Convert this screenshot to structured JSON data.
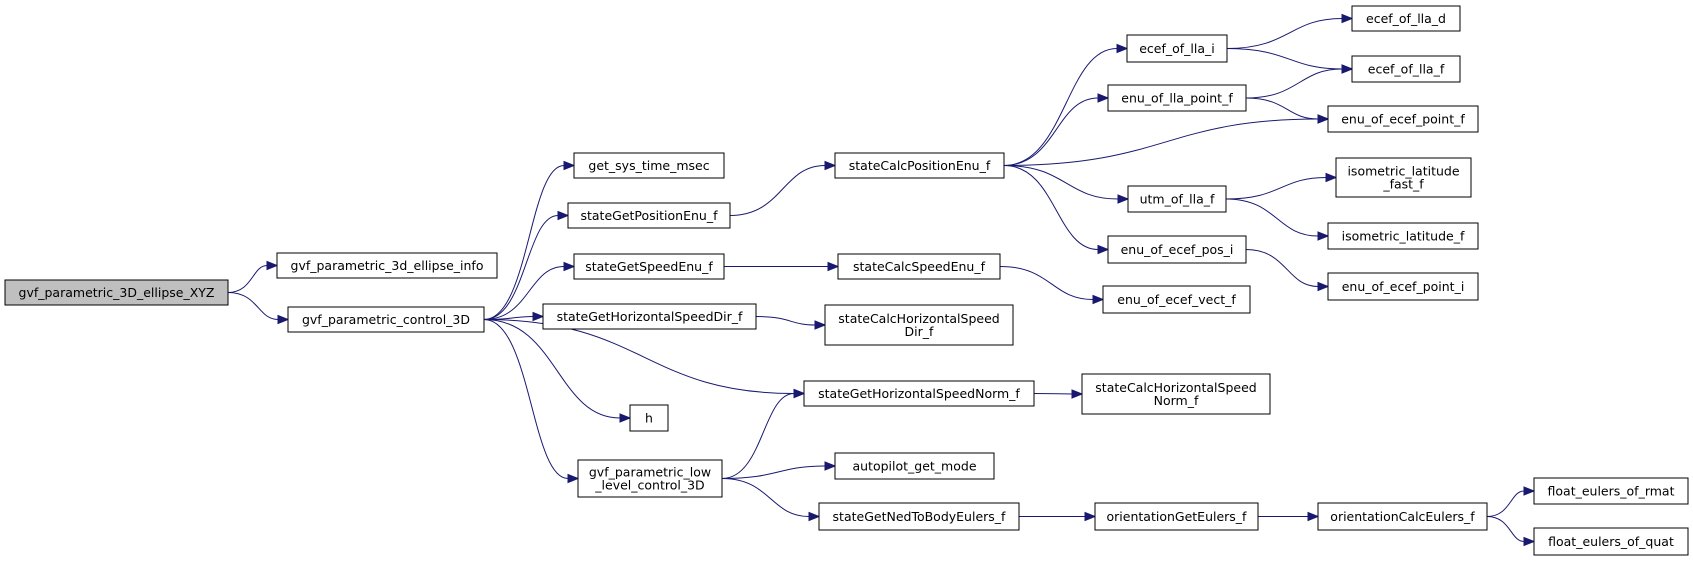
{
  "colors": {
    "edge": "#191970",
    "node_fill": "#ffffff",
    "root_fill": "#bfbfbf",
    "border": "#000000"
  },
  "nodes": [
    {
      "id": "root",
      "lines": [
        "gvf_parametric_3D_ellipse_XYZ"
      ],
      "root": true
    },
    {
      "id": "ellipse_info",
      "lines": [
        "gvf_parametric_3d_ellipse_info"
      ]
    },
    {
      "id": "control_3D",
      "lines": [
        "gvf_parametric_control_3D"
      ]
    },
    {
      "id": "get_sys_time_msec",
      "lines": [
        "get_sys_time_msec"
      ]
    },
    {
      "id": "stateGetPositionEnu_f",
      "lines": [
        "stateGetPositionEnu_f"
      ]
    },
    {
      "id": "stateGetSpeedEnu_f",
      "lines": [
        "stateGetSpeedEnu_f"
      ]
    },
    {
      "id": "stateGetHorizontalSpeedDir_f",
      "lines": [
        "stateGetHorizontalSpeedDir_f"
      ]
    },
    {
      "id": "stateGetHorizontalSpeedNorm_f",
      "lines": [
        "stateGetHorizontalSpeedNorm_f"
      ]
    },
    {
      "id": "h",
      "lines": [
        "h"
      ]
    },
    {
      "id": "low_level_control_3D",
      "lines": [
        "gvf_parametric_low",
        "_level_control_3D"
      ]
    },
    {
      "id": "stateCalcPositionEnu_f",
      "lines": [
        "stateCalcPositionEnu_f"
      ]
    },
    {
      "id": "stateCalcSpeedEnu_f",
      "lines": [
        "stateCalcSpeedEnu_f"
      ]
    },
    {
      "id": "stateCalcHorizontalSpeedDir_f",
      "lines": [
        "stateCalcHorizontalSpeed",
        "Dir_f"
      ]
    },
    {
      "id": "stateCalcHorizontalSpeedNorm_f",
      "lines": [
        "stateCalcHorizontalSpeed",
        "Norm_f"
      ]
    },
    {
      "id": "autopilot_get_mode",
      "lines": [
        "autopilot_get_mode"
      ]
    },
    {
      "id": "stateGetNedToBodyEulers_f",
      "lines": [
        "stateGetNedToBodyEulers_f"
      ]
    },
    {
      "id": "ecef_of_lla_i",
      "lines": [
        "ecef_of_lla_i"
      ]
    },
    {
      "id": "enu_of_lla_point_f",
      "lines": [
        "enu_of_lla_point_f"
      ]
    },
    {
      "id": "utm_of_lla_f",
      "lines": [
        "utm_of_lla_f"
      ]
    },
    {
      "id": "enu_of_ecef_pos_i",
      "lines": [
        "enu_of_ecef_pos_i"
      ]
    },
    {
      "id": "enu_of_ecef_vect_f",
      "lines": [
        "enu_of_ecef_vect_f"
      ]
    },
    {
      "id": "orientationGetEulers_f",
      "lines": [
        "orientationGetEulers_f"
      ]
    },
    {
      "id": "ecef_of_lla_d",
      "lines": [
        "ecef_of_lla_d"
      ]
    },
    {
      "id": "ecef_of_lla_f",
      "lines": [
        "ecef_of_lla_f"
      ]
    },
    {
      "id": "enu_of_ecef_point_f",
      "lines": [
        "enu_of_ecef_point_f"
      ]
    },
    {
      "id": "isometric_latitude_fast_f",
      "lines": [
        "isometric_latitude",
        "_fast_f"
      ]
    },
    {
      "id": "isometric_latitude_f",
      "lines": [
        "isometric_latitude_f"
      ]
    },
    {
      "id": "enu_of_ecef_point_i",
      "lines": [
        "enu_of_ecef_point_i"
      ]
    },
    {
      "id": "orientationCalcEulers_f",
      "lines": [
        "orientationCalcEulers_f"
      ]
    },
    {
      "id": "float_eulers_of_rmat",
      "lines": [
        "float_eulers_of_rmat"
      ]
    },
    {
      "id": "float_eulers_of_quat",
      "lines": [
        "float_eulers_of_quat"
      ]
    }
  ],
  "edges": [
    [
      "root",
      "ellipse_info"
    ],
    [
      "root",
      "control_3D"
    ],
    [
      "control_3D",
      "get_sys_time_msec"
    ],
    [
      "control_3D",
      "stateGetPositionEnu_f"
    ],
    [
      "control_3D",
      "stateGetSpeedEnu_f"
    ],
    [
      "control_3D",
      "stateGetHorizontalSpeedDir_f"
    ],
    [
      "control_3D",
      "stateGetHorizontalSpeedNorm_f"
    ],
    [
      "control_3D",
      "h"
    ],
    [
      "control_3D",
      "low_level_control_3D"
    ],
    [
      "stateGetPositionEnu_f",
      "stateCalcPositionEnu_f"
    ],
    [
      "stateGetSpeedEnu_f",
      "stateCalcSpeedEnu_f"
    ],
    [
      "stateGetHorizontalSpeedDir_f",
      "stateCalcHorizontalSpeedDir_f"
    ],
    [
      "stateGetHorizontalSpeedNorm_f",
      "stateCalcHorizontalSpeedNorm_f"
    ],
    [
      "low_level_control_3D",
      "stateGetHorizontalSpeedNorm_f"
    ],
    [
      "low_level_control_3D",
      "autopilot_get_mode"
    ],
    [
      "low_level_control_3D",
      "stateGetNedToBodyEulers_f"
    ],
    [
      "stateCalcPositionEnu_f",
      "ecef_of_lla_i"
    ],
    [
      "stateCalcPositionEnu_f",
      "enu_of_lla_point_f"
    ],
    [
      "stateCalcPositionEnu_f",
      "enu_of_ecef_point_f"
    ],
    [
      "stateCalcPositionEnu_f",
      "utm_of_lla_f"
    ],
    [
      "stateCalcPositionEnu_f",
      "enu_of_ecef_pos_i"
    ],
    [
      "stateCalcSpeedEnu_f",
      "enu_of_ecef_vect_f"
    ],
    [
      "ecef_of_lla_i",
      "ecef_of_lla_d"
    ],
    [
      "ecef_of_lla_i",
      "ecef_of_lla_f"
    ],
    [
      "enu_of_lla_point_f",
      "ecef_of_lla_f"
    ],
    [
      "enu_of_lla_point_f",
      "enu_of_ecef_point_f"
    ],
    [
      "utm_of_lla_f",
      "isometric_latitude_fast_f"
    ],
    [
      "utm_of_lla_f",
      "isometric_latitude_f"
    ],
    [
      "enu_of_ecef_pos_i",
      "enu_of_ecef_point_i"
    ],
    [
      "stateGetNedToBodyEulers_f",
      "orientationGetEulers_f"
    ],
    [
      "orientationGetEulers_f",
      "orientationCalcEulers_f"
    ],
    [
      "orientationCalcEulers_f",
      "float_eulers_of_rmat"
    ],
    [
      "orientationCalcEulers_f",
      "float_eulers_of_quat"
    ]
  ]
}
